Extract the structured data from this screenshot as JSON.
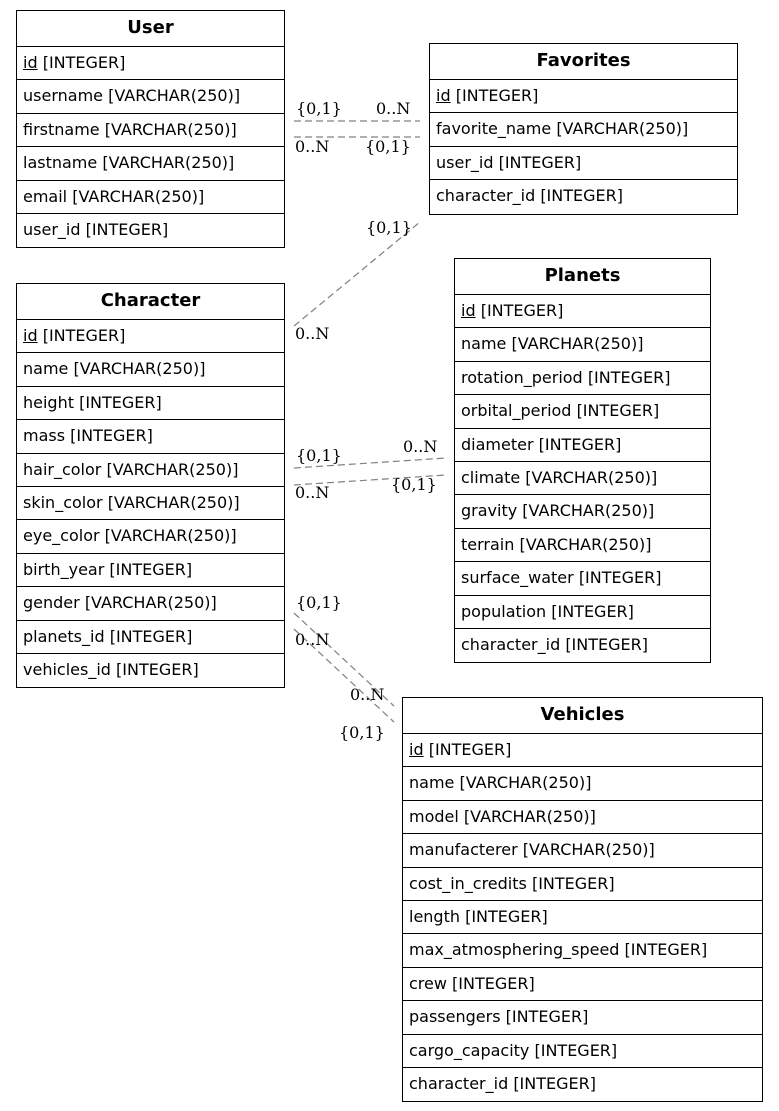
{
  "tables": {
    "user": {
      "title": "User",
      "fields": [
        {
          "name": "id",
          "type": "[INTEGER]",
          "pk": true
        },
        {
          "name": "username",
          "type": "[VARCHAR(250)]"
        },
        {
          "name": "firstname",
          "type": "[VARCHAR(250)]"
        },
        {
          "name": "lastname",
          "type": "[VARCHAR(250)]"
        },
        {
          "name": "email",
          "type": "[VARCHAR(250)]"
        },
        {
          "name": "user_id",
          "type": "[INTEGER]"
        }
      ]
    },
    "favorites": {
      "title": "Favorites",
      "fields": [
        {
          "name": "id",
          "type": "[INTEGER]",
          "pk": true
        },
        {
          "name": "favorite_name",
          "type": "[VARCHAR(250)]"
        },
        {
          "name": "user_id",
          "type": "[INTEGER]"
        },
        {
          "name": "character_id",
          "type": "[INTEGER]"
        }
      ]
    },
    "character": {
      "title": "Character",
      "fields": [
        {
          "name": "id",
          "type": "[INTEGER]",
          "pk": true
        },
        {
          "name": "name",
          "type": "[VARCHAR(250)]"
        },
        {
          "name": "height",
          "type": "[INTEGER]"
        },
        {
          "name": "mass",
          "type": "[INTEGER]"
        },
        {
          "name": "hair_color",
          "type": "[VARCHAR(250)]"
        },
        {
          "name": "skin_color",
          "type": "[VARCHAR(250)]"
        },
        {
          "name": "eye_color",
          "type": "[VARCHAR(250)]"
        },
        {
          "name": "birth_year",
          "type": "[INTEGER]"
        },
        {
          "name": "gender",
          "type": "[VARCHAR(250)]"
        },
        {
          "name": "planets_id",
          "type": "[INTEGER]"
        },
        {
          "name": "vehicles_id",
          "type": "[INTEGER]"
        }
      ]
    },
    "planets": {
      "title": "Planets",
      "fields": [
        {
          "name": "id",
          "type": "[INTEGER]",
          "pk": true
        },
        {
          "name": "name",
          "type": "[VARCHAR(250)]"
        },
        {
          "name": "rotation_period",
          "type": "[INTEGER]"
        },
        {
          "name": "orbital_period",
          "type": "[INTEGER]"
        },
        {
          "name": "diameter",
          "type": "[INTEGER]"
        },
        {
          "name": "climate",
          "type": "[VARCHAR(250)]"
        },
        {
          "name": "gravity",
          "type": "[VARCHAR(250)]"
        },
        {
          "name": "terrain",
          "type": "[VARCHAR(250)]"
        },
        {
          "name": "surface_water",
          "type": "[INTEGER]"
        },
        {
          "name": "population",
          "type": "[INTEGER]"
        },
        {
          "name": "character_id",
          "type": "[INTEGER]"
        }
      ]
    },
    "vehicles": {
      "title": "Vehicles",
      "fields": [
        {
          "name": "id",
          "type": "[INTEGER]",
          "pk": true
        },
        {
          "name": "name",
          "type": "[VARCHAR(250)]"
        },
        {
          "name": "model",
          "type": "[VARCHAR(250)]"
        },
        {
          "name": "manufacterer",
          "type": "[VARCHAR(250)]"
        },
        {
          "name": "cost_in_credits",
          "type": "[INTEGER]"
        },
        {
          "name": "length",
          "type": "[INTEGER]"
        },
        {
          "name": "max_atmosphering_speed",
          "type": "[INTEGER]"
        },
        {
          "name": "crew",
          "type": "[INTEGER]"
        },
        {
          "name": "passengers",
          "type": "[INTEGER]"
        },
        {
          "name": "cargo_capacity",
          "type": "[INTEGER]"
        },
        {
          "name": "character_id",
          "type": "[INTEGER]"
        }
      ]
    }
  },
  "relationships": [
    {
      "id": "user-favorites-a",
      "labels": [
        "{0,1}",
        "0..N"
      ]
    },
    {
      "id": "user-favorites-b",
      "labels": [
        "0..N",
        "{0,1}"
      ]
    },
    {
      "id": "character-favorites",
      "labels": [
        "{0,1}",
        "0..N"
      ]
    },
    {
      "id": "character-planets-a",
      "labels": [
        "{0,1}",
        "0..N"
      ]
    },
    {
      "id": "character-planets-b",
      "labels": [
        "0..N",
        "{0,1}"
      ]
    },
    {
      "id": "character-vehicles-a",
      "labels": [
        "{0,1}",
        "0..N"
      ]
    },
    {
      "id": "character-vehicles-b",
      "labels": [
        "0..N",
        "{0,1}"
      ]
    }
  ],
  "style": {
    "border_color": "#000000",
    "edge_color": "#808080",
    "background": "#ffffff"
  }
}
